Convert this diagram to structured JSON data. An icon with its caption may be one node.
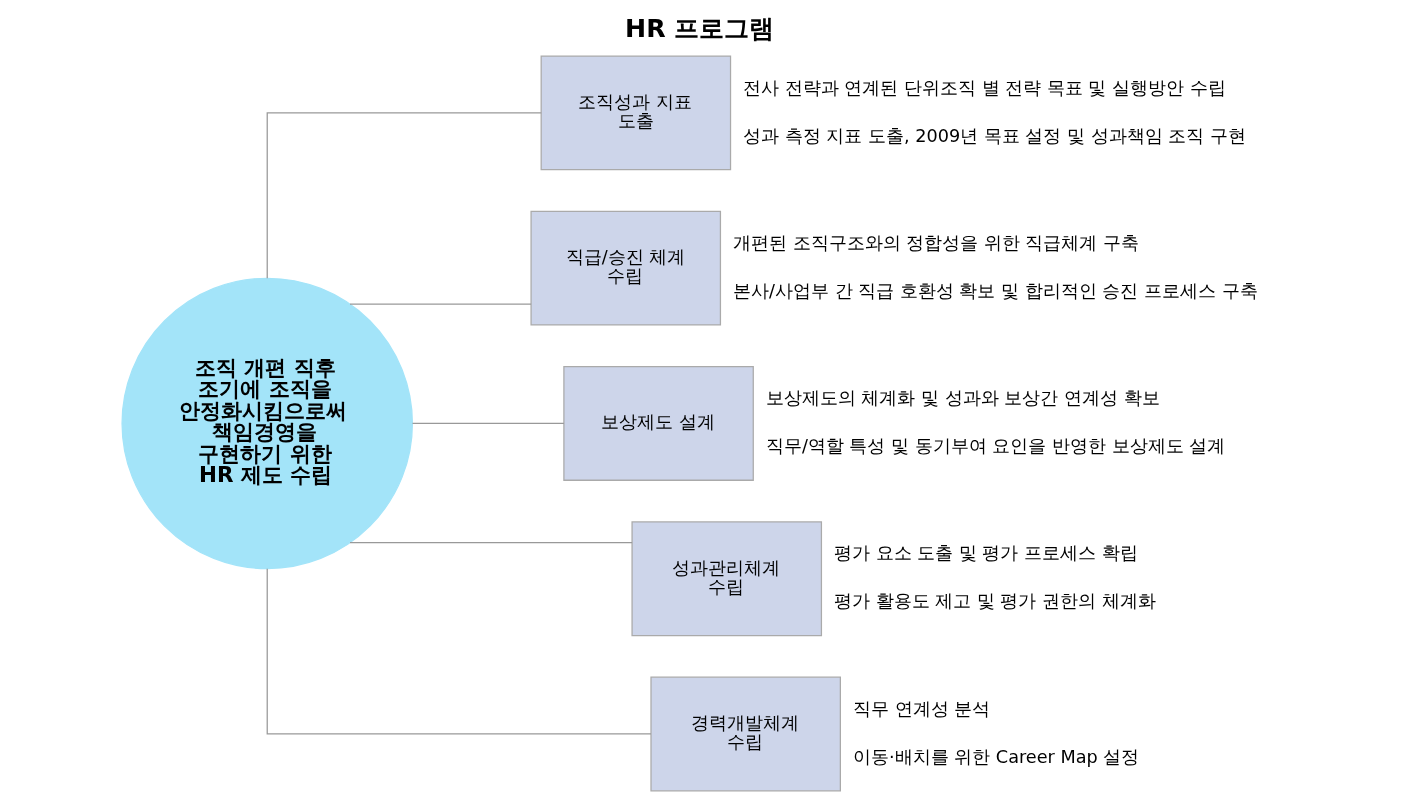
{
  "diagram": {
    "title": "HR 프로그램",
    "nodes": [
      {
        "text": [
          "조직 개편 직후 조기에 조직을 안정화시킴으로써 책임경영을 구현하기 위한 HR 제도 수립"
        ]
      },
      {
        "text": [
          "조직성과 지표 도출"
        ],
        "beside": [
          "전사 전략과 연계된 단위조직 별 전략 목표 및 실행방안 수립",
          "성과 측정 지표 도출, 2009년 목표 설정 및 성과책임 조직 구현"
        ]
      },
      {
        "text": [
          "직급/승진 체계 수립"
        ],
        "beside": [
          "개편된 조직구조와의 정합성을 위한 직급체계 구축",
          "본사/사업부 간 직급 호환성 확보 및 합리적인 승진 프로세스 구축"
        ]
      },
      {
        "text": [
          "보상제도 설계"
        ],
        "beside": [
          "보상제도의 체계화 및 성과와 보상간 연계성 확보",
          "직무/역할 특성 및 동기부여 요인을 반영한 보상제도 설계"
        ]
      },
      {
        "text": [
          "성과관리체계 수립"
        ],
        "beside": [
          "평가 요소 도출 및 평가 프로세스 확립",
          "평가 활용도 제고 및 평가 권한의 체계화"
        ]
      },
      {
        "text": [
          "경력개발체계 수립"
        ],
        "beside": [
          "직무 연계성 분석",
          "이동·배치를 위한 Career Map 설정"
        ]
      }
    ],
    "edges": [
      {
        "from": 0,
        "to": 1,
        "arrow": "none"
      },
      {
        "from": 0,
        "to": 2,
        "arrow": "none"
      },
      {
        "from": 0,
        "to": 3,
        "arrow": "none"
      },
      {
        "from": 0,
        "to": 4,
        "arrow": "none"
      },
      {
        "from": 0,
        "to": 5,
        "arrow": "none"
      }
    ]
  }
}
